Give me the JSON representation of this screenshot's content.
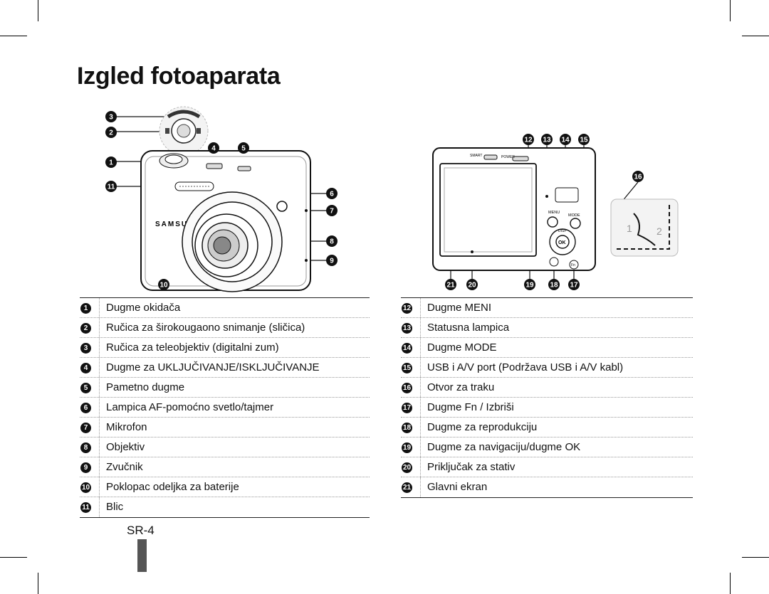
{
  "page": {
    "title": "Izgled fotoaparata",
    "page_number": "SR-4"
  },
  "front_callouts": [
    "3",
    "2",
    "1",
    "4",
    "5",
    "11",
    "6",
    "7",
    "8",
    "9",
    "10"
  ],
  "front_brand": "SAMSUNG",
  "back_callouts": [
    "12",
    "13",
    "14",
    "15",
    "16",
    "21",
    "20",
    "19",
    "18",
    "17"
  ],
  "back_button_labels": {
    "menu": "MENU",
    "mode": "MODE",
    "ok": "OK",
    "disp": "DISP",
    "fn": "Fn",
    "smart": "SMART",
    "power": "POWER"
  },
  "strap_step_labels": [
    "1",
    "2"
  ],
  "left_table": [
    {
      "num": "1",
      "text": "Dugme okidača"
    },
    {
      "num": "2",
      "text": "Ručica za širokougaono snimanje (sličica)"
    },
    {
      "num": "3",
      "text": "Ručica za teleobjektiv (digitalni zum)"
    },
    {
      "num": "4",
      "text": "Dugme za UKLJUČIVANJE/ISKLJUČIVANJE"
    },
    {
      "num": "5",
      "text": "Pametno dugme"
    },
    {
      "num": "6",
      "text": "Lampica AF-pomoćno svetlo/tajmer"
    },
    {
      "num": "7",
      "text": "Mikrofon"
    },
    {
      "num": "8",
      "text": "Objektiv"
    },
    {
      "num": "9",
      "text": "Zvučnik"
    },
    {
      "num": "10",
      "text": "Poklopac odeljka za baterije"
    },
    {
      "num": "11",
      "text": "Blic"
    }
  ],
  "right_table": [
    {
      "num": "12",
      "text": "Dugme MENI"
    },
    {
      "num": "13",
      "text": "Statusna lampica"
    },
    {
      "num": "14",
      "text": "Dugme MODE"
    },
    {
      "num": "15",
      "text": "USB i A/V port (Podržava USB i A/V kabl)"
    },
    {
      "num": "16",
      "text": "Otvor za traku"
    },
    {
      "num": "17",
      "text": "Dugme Fn / Izbriši"
    },
    {
      "num": "18",
      "text": "Dugme za reprodukciju"
    },
    {
      "num": "19",
      "text": "Dugme za navigaciju/dugme OK"
    },
    {
      "num": "20",
      "text": "Priključak za stativ"
    },
    {
      "num": "21",
      "text": "Glavni ekran"
    }
  ]
}
